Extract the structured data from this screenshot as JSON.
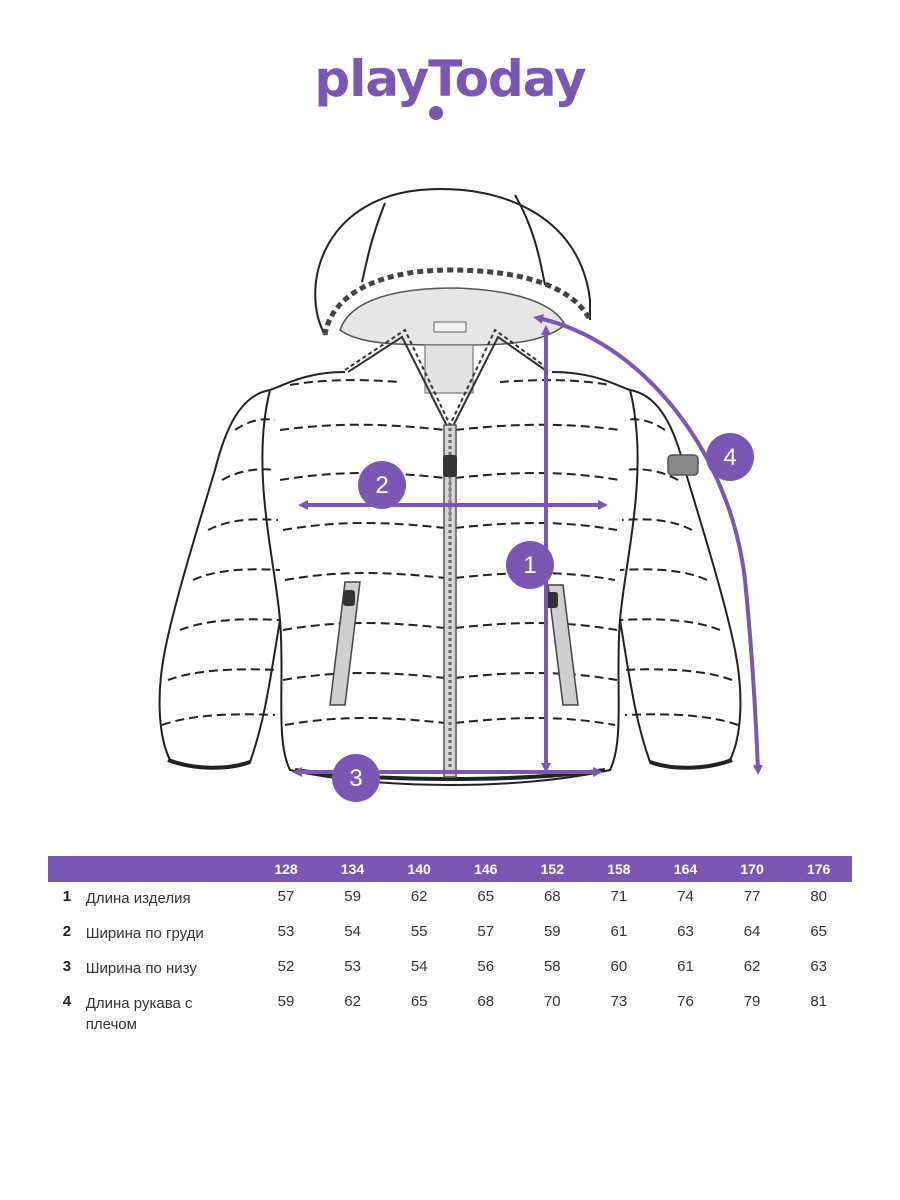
{
  "brand": {
    "name": "playToday",
    "color": "#7b57b5"
  },
  "markers": [
    "1",
    "2",
    "3",
    "4"
  ],
  "table": {
    "header": [
      "",
      "",
      "128",
      "134",
      "140",
      "146",
      "152",
      "158",
      "164",
      "170",
      "176"
    ],
    "rows": [
      {
        "num": "1",
        "name": "Длина изделия",
        "values": [
          "57",
          "59",
          "62",
          "65",
          "68",
          "71",
          "74",
          "77",
          "80"
        ]
      },
      {
        "num": "2",
        "name": "Ширина по груди",
        "values": [
          "53",
          "54",
          "55",
          "57",
          "59",
          "61",
          "63",
          "64",
          "65"
        ]
      },
      {
        "num": "3",
        "name": "Ширина по низу",
        "values": [
          "52",
          "53",
          "54",
          "56",
          "58",
          "60",
          "61",
          "62",
          "63"
        ]
      },
      {
        "num": "4",
        "name": "Длина рукава с плечом",
        "values": [
          "59",
          "62",
          "65",
          "68",
          "70",
          "73",
          "76",
          "79",
          "81"
        ]
      }
    ]
  }
}
